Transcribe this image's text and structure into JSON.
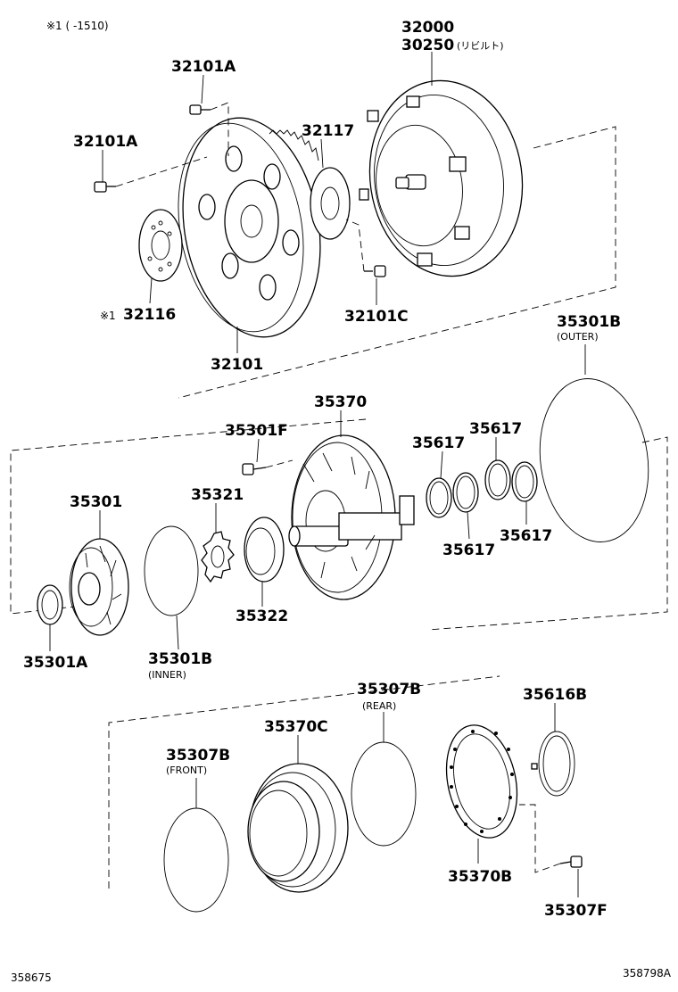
{
  "header": {
    "note_text": "※1 (      -1510)"
  },
  "labels": {
    "p32000": "32000",
    "p30250": "30250",
    "p30250_suffix": "(リビルト)",
    "p32101A_top": "32101A",
    "p32101A_left": "32101A",
    "p32117": "32117",
    "p32116_mark": "※1",
    "p32116": "32116",
    "p32101C": "32101C",
    "p32101": "32101",
    "p35301B_outer": "35301B",
    "p35301B_outer_sub": "(OUTER)",
    "p35370": "35370",
    "p35301F": "35301F",
    "p35617_a": "35617",
    "p35617_b": "35617",
    "p35617_c": "35617",
    "p35617_d": "35617",
    "p35301": "35301",
    "p35321": "35321",
    "p35322": "35322",
    "p35301A": "35301A",
    "p35301B_inner": "35301B",
    "p35301B_inner_sub": "(INNER)",
    "p35307B_rear": "35307B",
    "p35307B_rear_sub": "(REAR)",
    "p35616B": "35616B",
    "p35370C": "35370C",
    "p35307B_front": "35307B",
    "p35307B_front_sub": "(FRONT)",
    "p35370B": "35370B",
    "p35307F": "35307F"
  },
  "footer": {
    "left_code": "358675",
    "right_code": "358798A"
  }
}
